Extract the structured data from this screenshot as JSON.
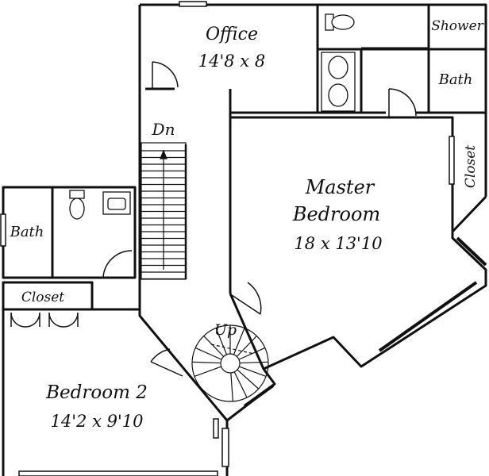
{
  "rooms": {
    "office": {
      "name": "Office",
      "dims": "14'8 x 8"
    },
    "shower": {
      "name": "Shower"
    },
    "master_bath": {
      "name": "Bath"
    },
    "master_closet": {
      "name": "Closet"
    },
    "master_bedroom": {
      "name_line1": "Master",
      "name_line2": "Bedroom",
      "dims": "18 x 13'10"
    },
    "bath2": {
      "name": "Bath"
    },
    "closet2": {
      "name": "Closet"
    },
    "bedroom2": {
      "name": "Bedroom 2",
      "dims": "14'2 x 9'10"
    }
  },
  "stairs": {
    "down_label": "Dn",
    "up_label": "Up"
  }
}
